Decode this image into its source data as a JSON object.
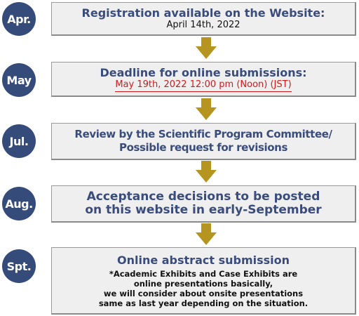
{
  "steps": [
    {
      "month": "Apr.",
      "title_lines": [
        "Registration available on the Website:"
      ],
      "subtitle": "April 14th, 2022"
    },
    {
      "month": "May",
      "title_lines": [
        "Deadline for online submissions:"
      ],
      "subtitle": "May 19th, 2022 12:00 pm (Noon) (JST)"
    },
    {
      "month": "Jul.",
      "title_lines": [
        "Review by the Scientific Program Committee/",
        "Possible request for revisions"
      ]
    },
    {
      "month": "Aug.",
      "title_lines": [
        "Acceptance decisions to be posted",
        "on this website in early-September"
      ]
    },
    {
      "month": "Spt.",
      "title_lines": [
        "Online abstract submission"
      ],
      "note_lines": [
        "*Academic Exhibits and Case Exhibits are",
        "online presentations basically,",
        "we will consider about onsite presentations",
        "same as last year depending on the situation."
      ]
    }
  ],
  "colors": {
    "circle": "#354b7a",
    "title": "#3a4c7c",
    "box_bg": "#efefef",
    "arrow": "#b59520",
    "deadline_red": "#d21a1a"
  }
}
